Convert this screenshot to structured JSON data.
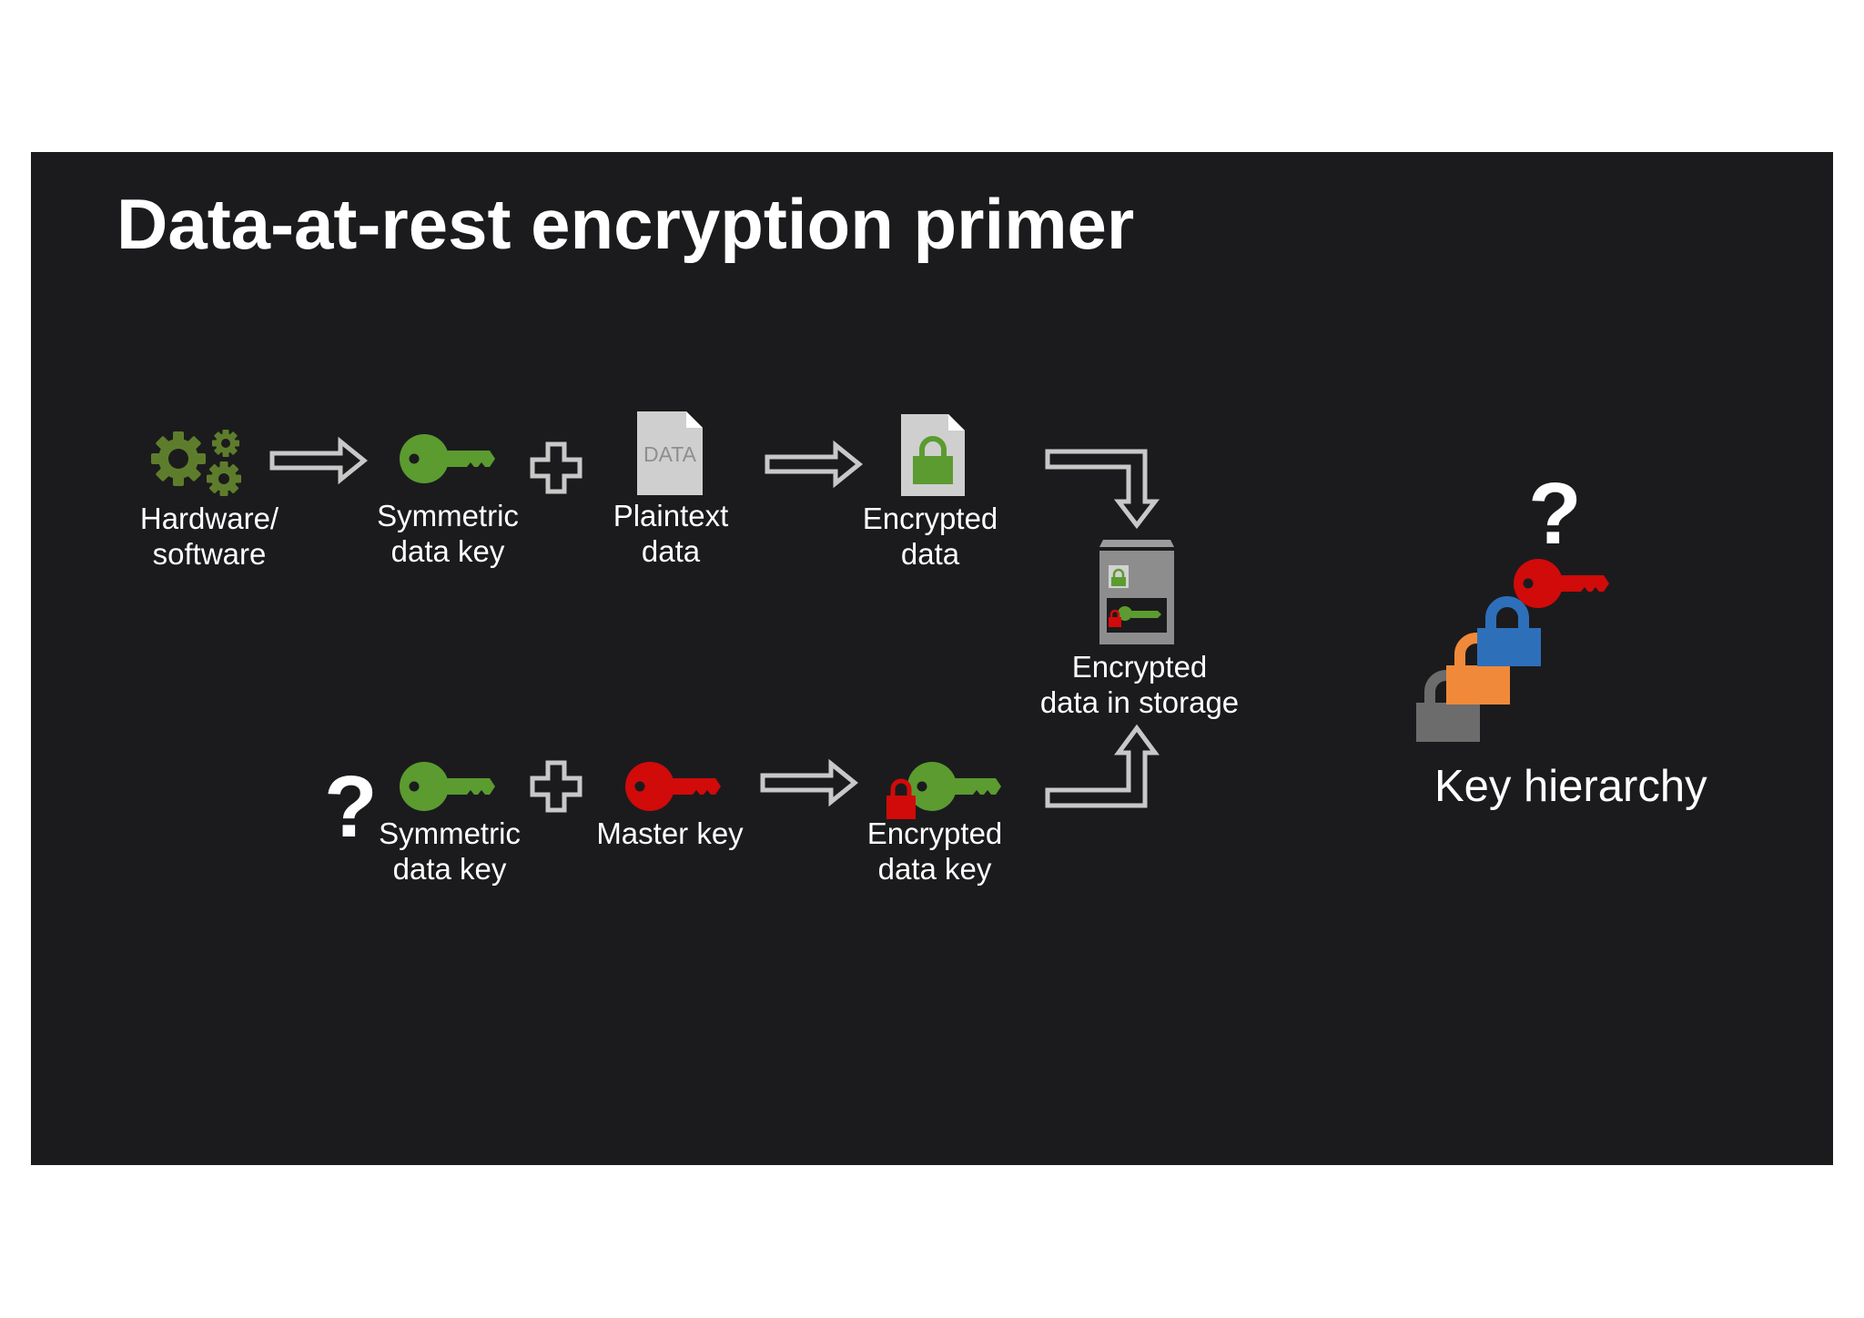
{
  "slide": {
    "title": "Data-at-rest encryption primer"
  },
  "top_row": {
    "hardware_label": [
      "Hardware/",
      "software"
    ],
    "sym_key_label": [
      "Symmetric",
      "data key"
    ],
    "plaintext_doc_text": "DATA",
    "plaintext_label": [
      "Plaintext",
      "data"
    ],
    "encrypted_label": [
      "Encrypted",
      "data"
    ]
  },
  "storage": {
    "label": [
      "Encrypted",
      "data in storage"
    ]
  },
  "bottom_row": {
    "question_mark": "?",
    "sym_key_label": [
      "Symmetric",
      "data key"
    ],
    "master_key_label": "Master key",
    "encrypted_key_label": [
      "Encrypted",
      "data key"
    ]
  },
  "key_hierarchy": {
    "question_mark": "?",
    "label": "Key hierarchy"
  },
  "colors": {
    "slide_bg": "#1b1b1d",
    "green_key": "#5b9b30",
    "gear": "#5e7d2c",
    "master_key": "#d10a0a",
    "blue_lock": "#2e6fba",
    "orange_lock": "#f08a3a",
    "gray_lock": "#6c6c6c"
  },
  "icons": [
    "gears-icon",
    "right-arrow-icon",
    "plus-icon",
    "key-icon",
    "document-icon",
    "lock-icon",
    "storage-icon",
    "bent-arrow-icon"
  ]
}
